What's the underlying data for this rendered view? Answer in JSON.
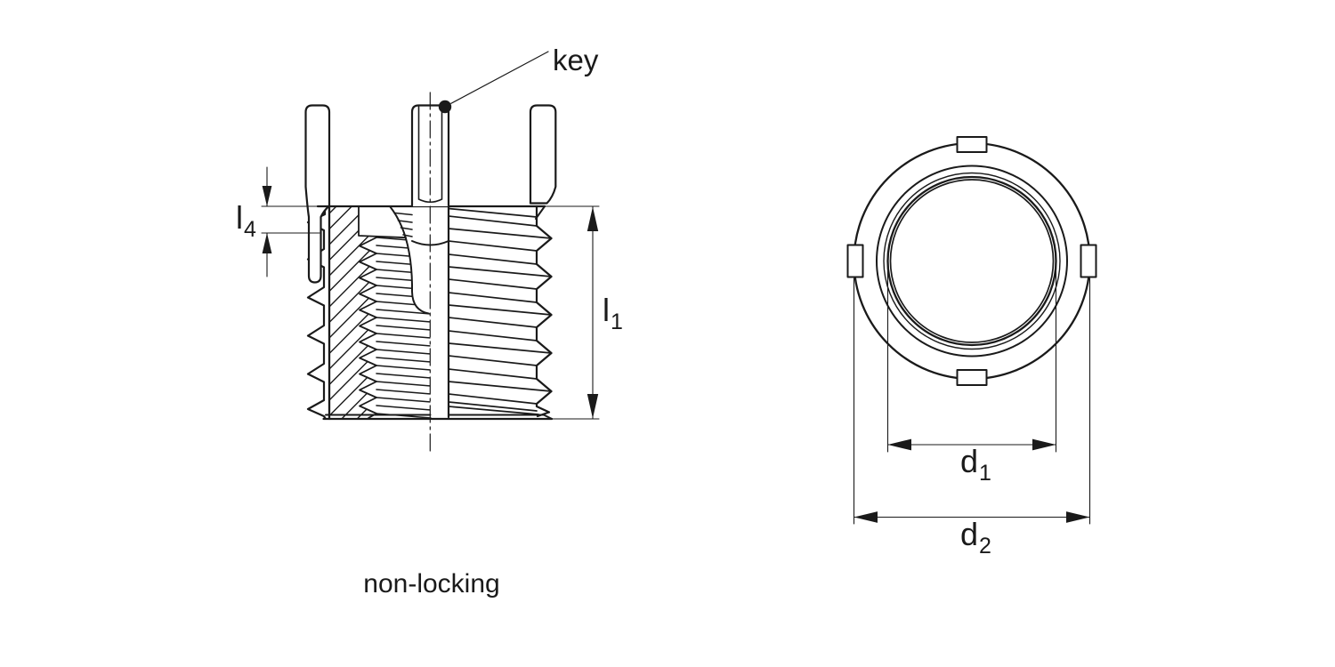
{
  "colors": {
    "background": "#ffffff",
    "line": "#1a1a1a"
  },
  "side_view": {
    "key_callout": "key",
    "caption": "non-locking",
    "dim_l4": {
      "base": "l",
      "sub": "4"
    },
    "dim_l1": {
      "base": "l",
      "sub": "1"
    }
  },
  "top_view": {
    "dim_d1": {
      "base": "d",
      "sub": "1"
    },
    "dim_d2": {
      "base": "d",
      "sub": "2"
    }
  }
}
